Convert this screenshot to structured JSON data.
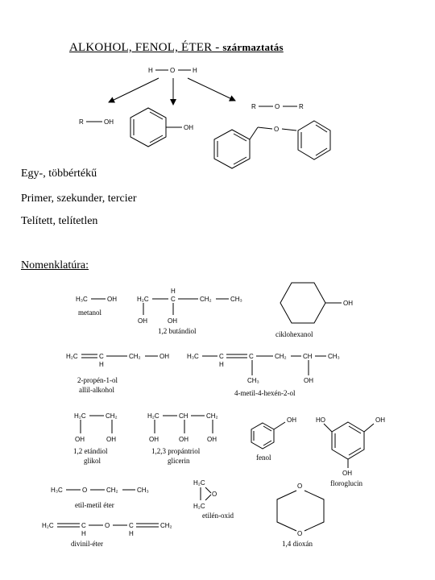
{
  "title": {
    "main": "ALKOHOL, FENOL, ÉTER - ",
    "sub": "származtatás"
  },
  "derivation": {
    "water_h_left": "H",
    "water_o": "O",
    "water_h_right": "H",
    "alcohol_r": "R",
    "alcohol_oh": "OH",
    "phenol_oh": "OH",
    "ether_r_left": "R",
    "ether_o": "O",
    "ether_r_right": "R",
    "diphenyl_o": "O"
  },
  "classification": [
    "Egy-, többértékű",
    "Primer, szekunder, tercier",
    "Telített, telítetlen"
  ],
  "nomenclature_heading": "Nomenklatúra:",
  "compounds": {
    "metanol": {
      "name": "metanol",
      "f1": "H₃C",
      "f2": "OH"
    },
    "butandiol": {
      "name": "1,2 butándiol",
      "h2c": "H₂C",
      "h": "H",
      "c": "C",
      "ch2": "CH₂",
      "ch3": "CH₃",
      "oh1": "OH",
      "oh2": "OH"
    },
    "ciklohexanol": {
      "name": "ciklohexanol",
      "oh": "OH"
    },
    "allil": {
      "name1": "2-propén-1-ol",
      "name2": "allil-alkohol",
      "h2c": "H₂C",
      "c": "C",
      "h": "H",
      "ch2": "CH₂",
      "oh": "OH"
    },
    "metilhexenol": {
      "name": "4-metil-4-hexén-2-ol",
      "h3c": "H₃C",
      "c1": "C",
      "h": "H",
      "c2": "C",
      "ch2": "CH₂",
      "ch": "CH",
      "ch3r": "CH₃",
      "ch3b": "CH₃",
      "oh": "OH"
    },
    "etandiol": {
      "name1": "1,2 etándiol",
      "name2": "glikol",
      "h2c": "H₂C",
      "ch2": "CH₂",
      "oh1": "OH",
      "oh2": "OH"
    },
    "propantriol": {
      "name1": "1,2,3 propántriol",
      "name2": "glicerin",
      "h2c": "H₂C",
      "ch": "CH",
      "ch2": "CH₂",
      "oh1": "OH",
      "oh2": "OH",
      "oh3": "OH"
    },
    "fenol": {
      "name": "fenol",
      "oh": "OH"
    },
    "floroglucin": {
      "name": "floroglucin",
      "oh1": "HO",
      "oh2": "OH",
      "oh3": "OH"
    },
    "etilmetileter": {
      "name": "etil-metil éter",
      "h3c": "H₃C",
      "o": "O",
      "ch2": "CH₂",
      "ch3": "CH₃"
    },
    "etilenoxid": {
      "name": "etilén-oxid",
      "h2c1": "H₂C",
      "h2c2": "H₂C",
      "o": "O"
    },
    "divinileter": {
      "name": "divinil-éter",
      "h2c": "H₂C",
      "c1": "C",
      "h1": "H",
      "o": "O",
      "c2": "C",
      "h2": "H",
      "ch2": "CH₂"
    },
    "dioxan": {
      "name": "1,4 dioxán",
      "o1": "O",
      "o2": "O"
    }
  }
}
